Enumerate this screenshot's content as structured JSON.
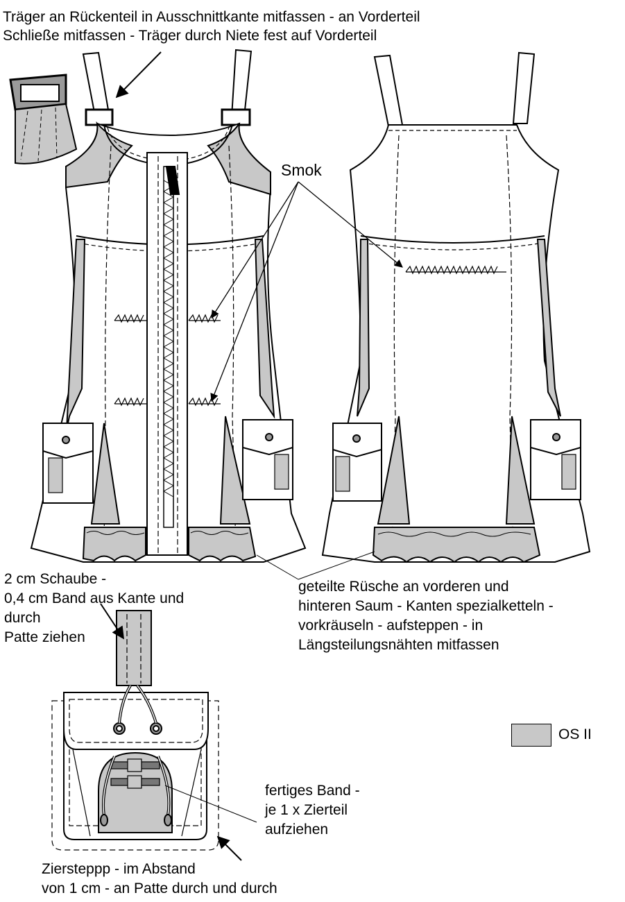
{
  "annotations": {
    "top_line1": "Träger an Rückenteil in Ausschnittkante mitfassen - an Vorderteil",
    "top_line2": "Schließe mitfassen - Träger durch Niete fest auf Vorderteil",
    "smok": "Smok",
    "left_line1": "2 cm Schaube -",
    "left_line2": "0,4 cm Band aus Kante und",
    "left_line3": "durch",
    "left_line4": "Patte ziehen",
    "right_line1": "geteilte Rüsche an vorderen und",
    "right_line2": "hinteren Saum - Kanten spezialketteln -",
    "right_line3": "vorkräuseln - aufsteppen - in",
    "right_line4": "Längsteilungsnähten mitfassen",
    "band_line1": "fertiges Band -",
    "band_line2": "je 1 x Zierteil",
    "band_line3": "aufziehen",
    "bottom_line1": "Ziersteppp - im Abstand",
    "bottom_line2": "von 1 cm - an Patte durch und durch"
  },
  "legend": {
    "label": "OS II",
    "color": "#c8c8c8"
  },
  "colors": {
    "line": "#000000",
    "contrast_fabric": "#c8c8c8",
    "dark_fabric": "#9a9a9a",
    "background": "#ffffff"
  }
}
